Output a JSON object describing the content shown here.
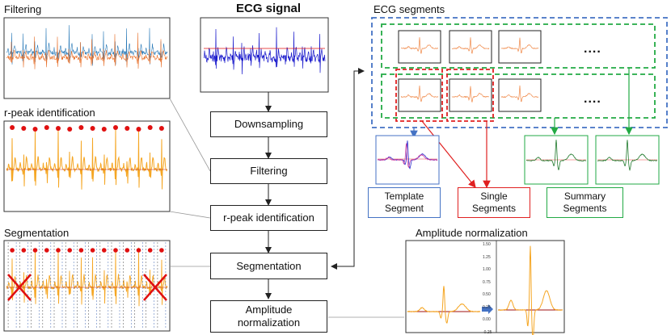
{
  "title": "ECG signal",
  "panels": {
    "filtering": "Filtering",
    "rpeak": "r-peak identification",
    "segmentation": "Segmentation",
    "ecg_segments": "ECG segments",
    "amplitude": "Amplitude normalization"
  },
  "steps": [
    {
      "label": "Downsampling"
    },
    {
      "label": "Filtering"
    },
    {
      "label": "r-peak identification"
    },
    {
      "label": "Segmentation"
    },
    {
      "label": "Amplitude normalization"
    }
  ],
  "segment_types": {
    "template": "Template Segment",
    "single": "Single Segments",
    "summary": "Summary Segments"
  },
  "ellipsis": "....",
  "amp_ticks": [
    "1.50",
    "1.25",
    "1.00",
    "0.75",
    "0.50",
    "0.25",
    "0.00",
    "-0.25"
  ],
  "colors": {
    "blue_box": "#4472c4",
    "green_box": "#22aa44",
    "red_box": "#e02020",
    "signal_blue": "#1a1acc",
    "signal_orange": "#f5a623",
    "peak_red": "#e01010"
  }
}
